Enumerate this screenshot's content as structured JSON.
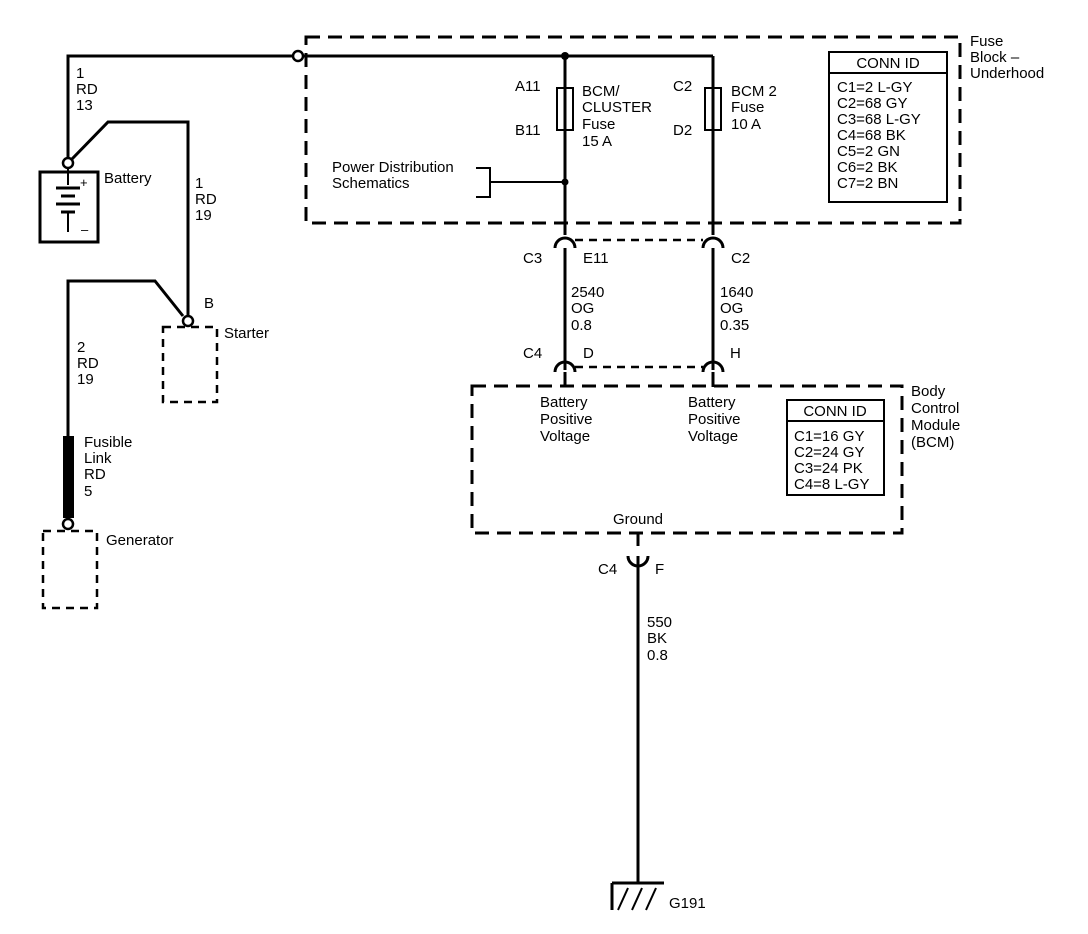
{
  "fuse_block": {
    "title_lines": [
      "Fuse",
      "Block –",
      "Underhood"
    ],
    "conn_id": {
      "header": "CONN ID",
      "rows": [
        "C1=2 L-GY",
        "C2=68 GY",
        "C3=68 L-GY",
        "C4=68 BK",
        "C5=2 GN",
        "C6=2 BK",
        "C7=2 BN"
      ]
    },
    "fuse_bcm_cluster": {
      "top_pin": "A11",
      "bottom_pin": "B11",
      "lines": [
        "BCM/",
        "CLUSTER",
        "Fuse",
        "15 A"
      ]
    },
    "fuse_bcm2": {
      "top_pin": "C2",
      "bottom_pin": "D2",
      "lines": [
        "BCM 2",
        "Fuse",
        "10 A"
      ]
    },
    "power_distribution": [
      "Power Distribution",
      "Schematics"
    ]
  },
  "battery": {
    "label": "Battery",
    "plus": "+",
    "minus": "–"
  },
  "battery_wire": [
    "1",
    "RD",
    "13"
  ],
  "starter": {
    "label": "Starter",
    "terminal": "B"
  },
  "starter_wire": [
    "1",
    "RD",
    "19"
  ],
  "generator_wire": [
    "2",
    "RD",
    "19"
  ],
  "fusible_link": [
    "Fusible",
    "Link",
    "RD",
    "5"
  ],
  "generator": {
    "label": "Generator"
  },
  "connectors": {
    "c3_top": "C3",
    "e11": "E11",
    "c2_top_conn": "C2",
    "c4_left": "C4",
    "d": "D",
    "h": "H",
    "c4_ground": "C4",
    "f": "F"
  },
  "wire_2540": [
    "2540",
    "OG",
    "0.8"
  ],
  "wire_1640": [
    "1640",
    "OG",
    "0.35"
  ],
  "wire_550": [
    "550",
    "BK",
    "0.8"
  ],
  "bcm": {
    "title_lines": [
      "Body",
      "Control",
      "Module",
      "(BCM)"
    ],
    "input1": [
      "Battery",
      "Positive",
      "Voltage"
    ],
    "input2": [
      "Battery",
      "Positive",
      "Voltage"
    ],
    "ground_label": "Ground",
    "conn_id": {
      "header": "CONN ID",
      "rows": [
        "C1=16 GY",
        "C2=24 GY",
        "C3=24 PK",
        "C4=8 L-GY"
      ]
    }
  },
  "ground_ref": "G191"
}
